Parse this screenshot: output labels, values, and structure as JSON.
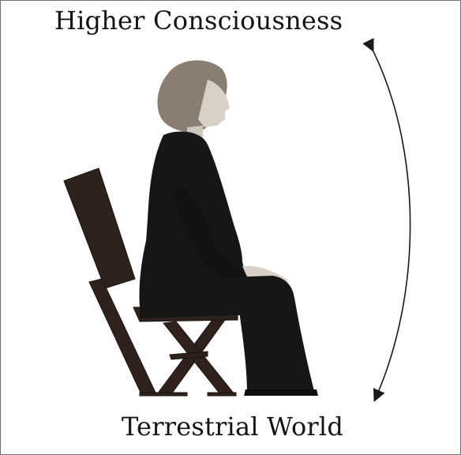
{
  "diagram": {
    "top_label": "Higher Consciousness",
    "bottom_label": "Terrestrial World",
    "figure": "woman-seated-on-chair-profile",
    "arrow": "double-headed-curved-arrow"
  },
  "colors": {
    "background": "#ffffff",
    "text": "#141414",
    "silhouette": "#161616",
    "chair": "#2f221c",
    "hair": "#8a7e72",
    "skin": "#d9d1c8",
    "arrow": "#1a1a1a",
    "border": "#6f6f6f"
  }
}
